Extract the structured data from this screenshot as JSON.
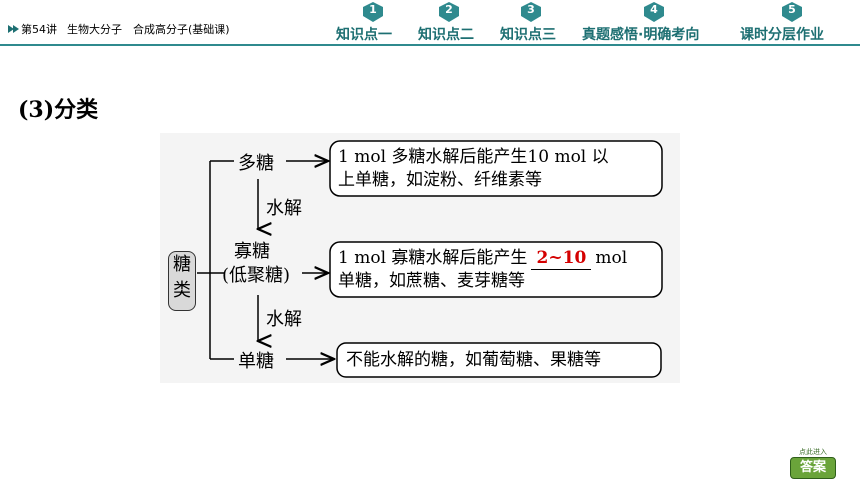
{
  "header": {
    "lecture": "第54讲",
    "topic": "生物大分子　合成高分子(基础课)",
    "nav": [
      {
        "num": "1",
        "label": "知识点一"
      },
      {
        "num": "2",
        "label": "知识点二"
      },
      {
        "num": "3",
        "label": "知识点三"
      },
      {
        "num": "4",
        "label": "真题感悟·明确考向"
      },
      {
        "num": "5",
        "label": "课时分层作业"
      }
    ]
  },
  "content": {
    "section_title": "(3)分类",
    "category": [
      "糖",
      "类"
    ],
    "polysaccharide": "多糖",
    "polysaccharide_desc_1": "1 mol 多糖水解后能产生10 mol 以",
    "polysaccharide_desc_2": "上单糖，如淀粉、纤维素等",
    "hydrolysis_1": "水解",
    "oligosaccharide": "寡糖",
    "oligosaccharide_alt": "(低聚糖)",
    "oligosaccharide_desc_1a": "1 mol 寡糖水解后能产生",
    "oligosaccharide_answer": "2~10",
    "oligosaccharide_desc_1b": "mol",
    "oligosaccharide_desc_2": "单糖，如蔗糖、麦芽糖等",
    "hydrolysis_2": "水解",
    "monosaccharide": "单糖",
    "monosaccharide_desc": "不能水解的糖，如葡萄糖、果糖等"
  },
  "answer_button": {
    "hint": "点此进入",
    "label": "答案"
  },
  "colors": {
    "accent": "#1d6f72",
    "badge": "#2f8a8e",
    "answer_red": "#d40000",
    "button_green": "#6aa43a"
  }
}
